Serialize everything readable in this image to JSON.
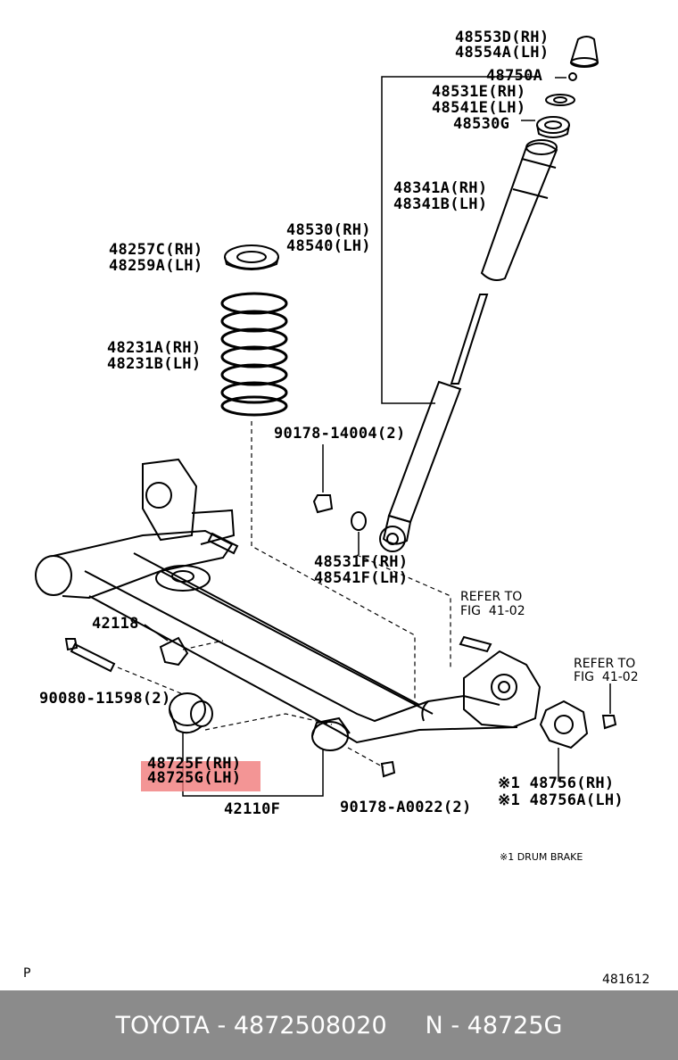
{
  "labels": {
    "p48553": "48553D(RH)",
    "p48554": "48554A(LH)",
    "p48750": "48750A",
    "p48531e": "48531E(RH)",
    "p48541e": "48541E(LH)",
    "p48530g": "48530G",
    "p48341a": "48341A(RH)",
    "p48341b": "48341B(LH)",
    "p48530": "48530(RH)",
    "p48540": "48540(LH)",
    "p48257": "48257C(RH)",
    "p48259": "48259A(LH)",
    "p48231a": "48231A(RH)",
    "p48231b": "48231B(LH)",
    "p90178_14004": "90178-14004(2)",
    "p48531f": "48531F(RH)",
    "p48541f": "48541F(LH)",
    "refer1_a": "REFER TO",
    "refer1_b": "FIG  41-02",
    "p42118": "42118",
    "p90080": "90080-11598(2)",
    "refer2_a": "REFER TO",
    "refer2_b": "FIG  41-02",
    "p48725f": "48725F(RH)",
    "p48725g": "48725G(LH)",
    "p42110f": "42110F",
    "p90178_a0022": "90178-A0022(2)",
    "p48756": "※1 48756(RH)",
    "p48756a": "※1 48756A(LH)",
    "note": "※1 DRUM BRAKE",
    "page_marker": "P",
    "diagram_no": "481612"
  },
  "highlight": {
    "part": "48725G(LH)",
    "color": "#f07a7a"
  },
  "footer": {
    "text": "TOYOTA - 4872508020     N - 48725G"
  }
}
